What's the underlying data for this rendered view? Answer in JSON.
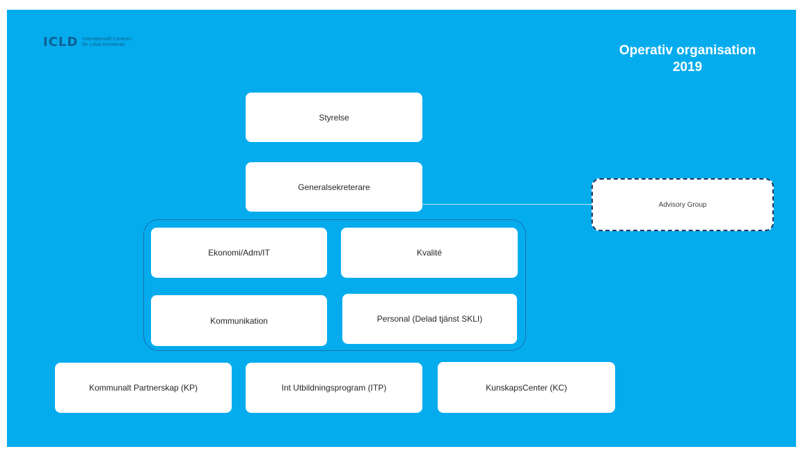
{
  "logo": {
    "mark": "ICLD",
    "line1": "Internationellt Centrum",
    "line2": "för Lokal Demokrati"
  },
  "title": {
    "line1": "Operativ organisation",
    "line2": "2019"
  },
  "boxes": {
    "styrelse": "Styrelse",
    "generalsekreterare": "Generalsekreterare",
    "advisory": "Advisory Group",
    "ekonomi": "Ekonomi/Adm/IT",
    "kvalite": "Kvalité",
    "kommunikation": "Kommunikation",
    "personal": "Personal (Delad tjänst SKLI)",
    "kp": "Kommunalt Partnerskap (KP)",
    "itp": "Int Utbildningsprogram (ITP)",
    "kc": "KunskapsCenter (KC)"
  },
  "colors": {
    "background": "#05aced",
    "box": "#ffffff",
    "dashed_border": "#1f3864"
  }
}
